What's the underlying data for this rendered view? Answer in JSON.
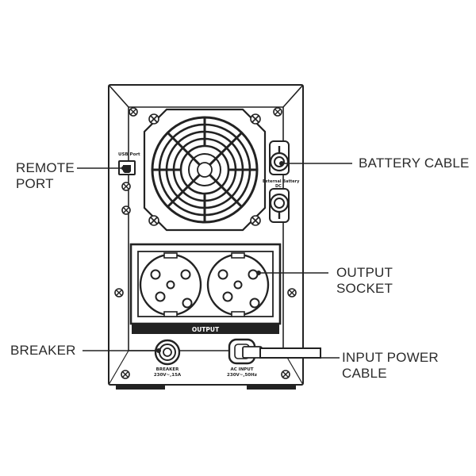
{
  "labels": {
    "remote_port": [
      "REMOTE",
      "PORT"
    ],
    "battery_cable": [
      "BATTERY CABLE"
    ],
    "output_socket": [
      "OUTPUT",
      "SOCKET"
    ],
    "breaker": [
      "BREAKER"
    ],
    "input_power_cable": [
      "INPUT POWER",
      "CABLE"
    ]
  },
  "panel_text": {
    "output": "OUTPUT",
    "usb_port": "USB Port",
    "battery_conn": "External Battery",
    "battery_conn_2": "DC",
    "breaker": "BREAKER",
    "breaker_rating": "230V~,15A",
    "ac_input": "AC INPUT",
    "ac_input_rating": "230V~,50Hz"
  },
  "colors": {
    "line": "#222222",
    "text": "#2b2b2b",
    "background": "#ffffff"
  }
}
